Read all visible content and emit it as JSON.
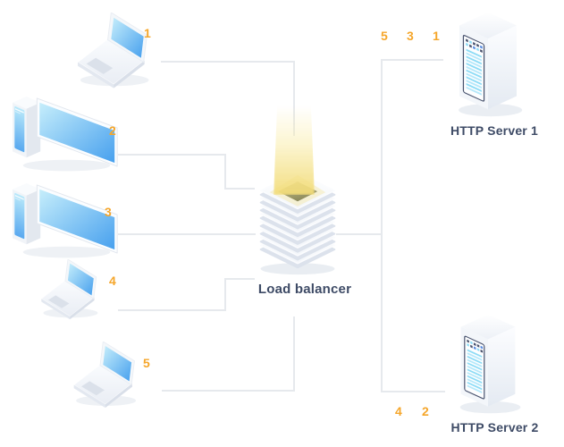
{
  "colors": {
    "accent-orange": "#F5A62B",
    "label-navy": "#3E4B66",
    "line-gray": "#E6E9ED",
    "screen-blue": "#47A0EE",
    "screen-cyan": "#C6EEFB",
    "beam-yellow": "#F2DC7A",
    "server-panel-navy": "#49536E",
    "stripe-cyan": "#8EDCF6"
  },
  "clients": [
    {
      "id": "1",
      "type": "laptop"
    },
    {
      "id": "2",
      "type": "desktop"
    },
    {
      "id": "3",
      "type": "desktop"
    },
    {
      "id": "4",
      "type": "laptop"
    },
    {
      "id": "5",
      "type": "laptop"
    }
  ],
  "load_balancer": {
    "label": "Load balancer"
  },
  "servers": [
    {
      "name": "HTTP Server 1",
      "queued_requests": [
        "5",
        "3",
        "1"
      ]
    },
    {
      "name": "HTTP Server 2",
      "queued_requests": [
        "4",
        "2"
      ]
    }
  ]
}
